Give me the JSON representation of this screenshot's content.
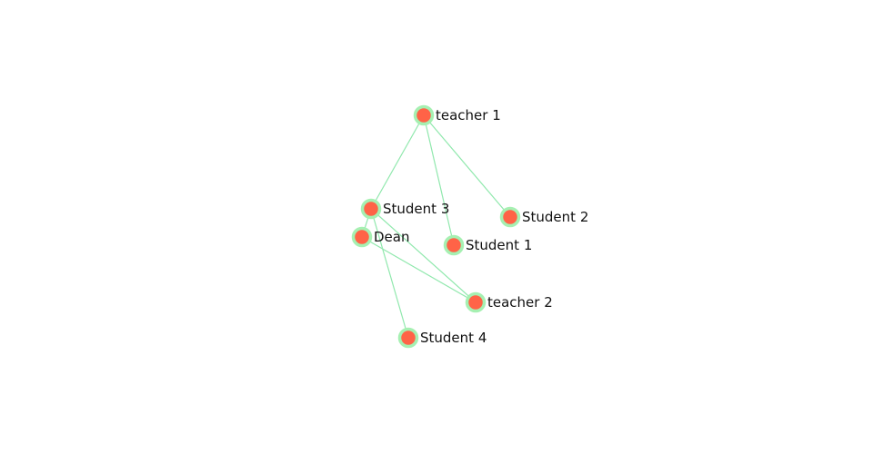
{
  "graph": {
    "nodes": [
      {
        "id": "teacher1",
        "label": "teacher 1"
      },
      {
        "id": "student3",
        "label": "Student 3"
      },
      {
        "id": "student2",
        "label": "Student 2"
      },
      {
        "id": "dean",
        "label": "Dean"
      },
      {
        "id": "student1",
        "label": "Student 1"
      },
      {
        "id": "teacher2",
        "label": "teacher 2"
      },
      {
        "id": "student4",
        "label": "Student 4"
      }
    ],
    "edges": [
      {
        "source": "teacher1",
        "target": "student3"
      },
      {
        "source": "teacher1",
        "target": "student1"
      },
      {
        "source": "teacher1",
        "target": "student2"
      },
      {
        "source": "student3",
        "target": "dean"
      },
      {
        "source": "student3",
        "target": "teacher2"
      },
      {
        "source": "student3",
        "target": "student4"
      },
      {
        "source": "dean",
        "target": "teacher2"
      }
    ],
    "colors": {
      "node_fill": "#ff6347",
      "node_stroke": "#a6f0b2",
      "edge": "#90e8ad",
      "label": "#111111"
    }
  }
}
